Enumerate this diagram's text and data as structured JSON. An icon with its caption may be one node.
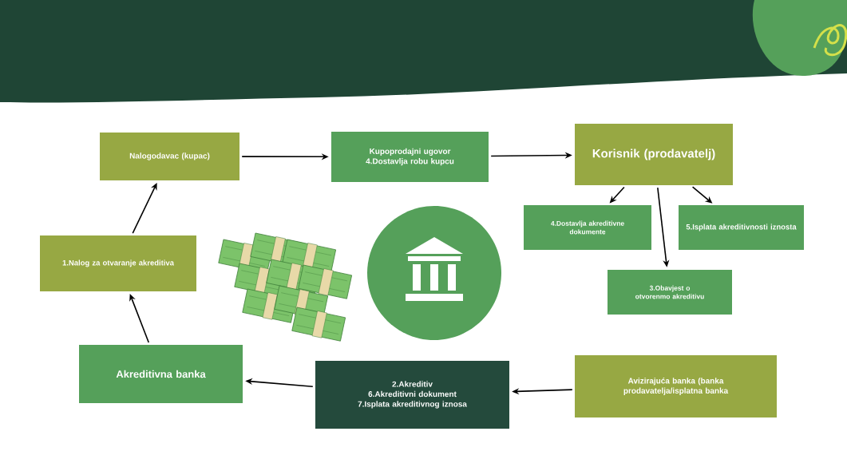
{
  "diagram": {
    "nodes": [
      {
        "text": [
          "Nalogodavac (kupac)"
        ]
      },
      {
        "text": [
          "Kupoprodajni ugovor",
          "4.Dostavlja robu kupcu"
        ]
      },
      {
        "text": [
          "Korisnik (prodavatelj)"
        ]
      },
      {
        "text": [
          "4.Dostavlja akreditivne dokumente"
        ]
      },
      {
        "text": [
          "5.Isplata akreditivnosti iznosta"
        ]
      },
      {
        "text": [
          "3.Obavjest o otvorenmo akreditivu"
        ]
      },
      {
        "text": [
          "1.Nalog za otvaranje akreditiva"
        ]
      },
      {
        "text": [
          "Akreditivna banka"
        ]
      },
      {
        "text": [
          "2.Akreditiv",
          "6.Akreditivni dokument",
          "7.Isplata akreditivnog iznosa"
        ]
      },
      {
        "text": [
          "Avizirajuća banka (banka prodavatelja/isplatna banka"
        ]
      }
    ],
    "edges": [
      {
        "from": 0,
        "to": 1,
        "arrow": "to"
      },
      {
        "from": 1,
        "to": 2,
        "arrow": "to"
      },
      {
        "from": 2,
        "to": 3,
        "arrow": "to"
      },
      {
        "from": 2,
        "to": 4,
        "arrow": "to"
      },
      {
        "from": 2,
        "to": 5,
        "arrow": "to"
      },
      {
        "from": 9,
        "to": 8,
        "arrow": "to"
      },
      {
        "from": 8,
        "to": 7,
        "arrow": "to"
      },
      {
        "from": 7,
        "to": 6,
        "arrow": "to"
      },
      {
        "from": 6,
        "to": 0,
        "arrow": "to"
      }
    ]
  }
}
